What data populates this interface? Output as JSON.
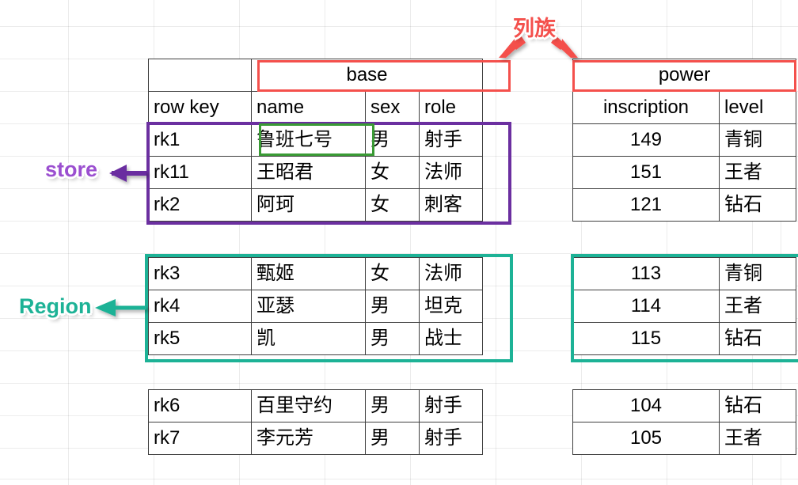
{
  "diagram": {
    "title_semantic": "hbase-table-structure-diagram",
    "colors": {
      "column_family_red": "#F4504C",
      "store_purple": "#6B2FA0",
      "store_label_purple": "#9B4FD0",
      "region_teal": "#1DB296",
      "cell_green": "#3A9B35",
      "grid_black": "#3F3F3F"
    }
  },
  "annotations": {
    "column_family": "列族",
    "store": "store",
    "region": "Region"
  },
  "base_table": {
    "family_label": "base",
    "headers": [
      "row key",
      "name",
      "sex",
      "role"
    ],
    "groups": [
      {
        "name": "store-group",
        "rows": [
          [
            "rk1",
            "鲁班七号",
            "男",
            "射手"
          ],
          [
            "rk11",
            "王昭君",
            "女",
            "法师"
          ],
          [
            "rk2",
            "阿珂",
            "女",
            "刺客"
          ]
        ]
      },
      {
        "name": "region-group",
        "rows": [
          [
            "rk3",
            "甄姬",
            "女",
            "法师"
          ],
          [
            "rk4",
            "亚瑟",
            "男",
            "坦克"
          ],
          [
            "rk5",
            "凯",
            "男",
            "战士"
          ]
        ]
      },
      {
        "name": "third-group",
        "rows": [
          [
            "rk6",
            "百里守约",
            "男",
            "射手"
          ],
          [
            "rk7",
            "李元芳",
            "男",
            "射手"
          ]
        ]
      }
    ]
  },
  "power_table": {
    "family_label": "power",
    "headers": [
      "inscription",
      "level"
    ],
    "groups": [
      {
        "name": "store-group",
        "rows": [
          [
            "149",
            "青铜"
          ],
          [
            "151",
            "王者"
          ],
          [
            "121",
            "钻石"
          ]
        ]
      },
      {
        "name": "region-group",
        "rows": [
          [
            "113",
            "青铜"
          ],
          [
            "114",
            "王者"
          ],
          [
            "115",
            "钻石"
          ]
        ]
      },
      {
        "name": "third-group",
        "rows": [
          [
            "104",
            "钻石"
          ],
          [
            "105",
            "王者"
          ]
        ]
      }
    ]
  }
}
